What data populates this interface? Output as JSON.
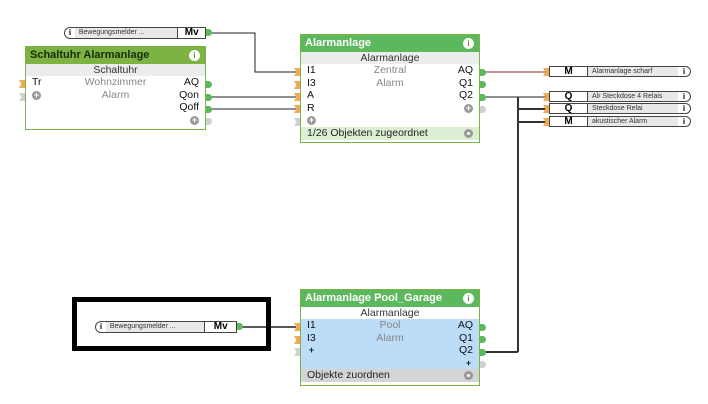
{
  "colors": {
    "header_green": "#7cb342",
    "header_green_dark": "#5cb85c",
    "input_port": "#f0a955",
    "output_port": "#5cb85c",
    "selected_bg": "#bcdcf8",
    "wire": "#222222",
    "wire_red": "#8b2e2e"
  },
  "refs": {
    "top_motion": {
      "info": "i",
      "name": "Bewegungsmelder ...",
      "type": "Mv"
    },
    "pool_motion": {
      "info": "i",
      "name": "Bewegungsmelder ...",
      "type": "Mv"
    }
  },
  "schaltuhr": {
    "title": "Schaltuhr Alarmanlage",
    "info": "i",
    "subtitle": "Schaltuhr",
    "rows": [
      {
        "left": "Tr",
        "center": "Wohnzimmer",
        "right": "AQ"
      },
      {
        "left": "+",
        "center": "Alarm",
        "right": "Qon"
      },
      {
        "left": "",
        "center": "",
        "right": "Qoff"
      },
      {
        "left": "",
        "center": "",
        "right": "+"
      }
    ]
  },
  "alarm": {
    "title": "Alarmanlage",
    "info": "i",
    "subtitle": "Alarmanlage",
    "rows": [
      {
        "left": "I1",
        "center": "Zentral",
        "right": "AQ"
      },
      {
        "left": "I3",
        "center": "Alarm",
        "right": "Q1"
      },
      {
        "left": "A",
        "center": "",
        "right": "Q2"
      },
      {
        "left": "R",
        "center": "",
        "right": "+"
      },
      {
        "left": "+",
        "center": "",
        "right": ""
      }
    ],
    "footer": "1/26 Objekten zugeordnet"
  },
  "pool": {
    "title": "Alarmanlage Pool_Garage",
    "info": "i",
    "subtitle": "Alarmanlage",
    "rows": [
      {
        "left": "I1",
        "center": "Pool",
        "right": "AQ"
      },
      {
        "left": "I3",
        "center": "Alarm",
        "right": "Q1"
      },
      {
        "left": "+",
        "center": "",
        "right": "Q2"
      },
      {
        "left": "",
        "center": "",
        "right": "+"
      }
    ],
    "footer": "Objekte zuordnen"
  },
  "outputs": [
    {
      "type": "M",
      "name": "Alarmanlage scharf",
      "info": "i"
    },
    {
      "type": "Q",
      "name": "Alr Steckdose 4 Relais",
      "info": "i"
    },
    {
      "type": "Q",
      "name": "Steckdose Relai",
      "info": "i"
    },
    {
      "type": "M",
      "name": "akustischer Alarm",
      "info": "i"
    }
  ]
}
